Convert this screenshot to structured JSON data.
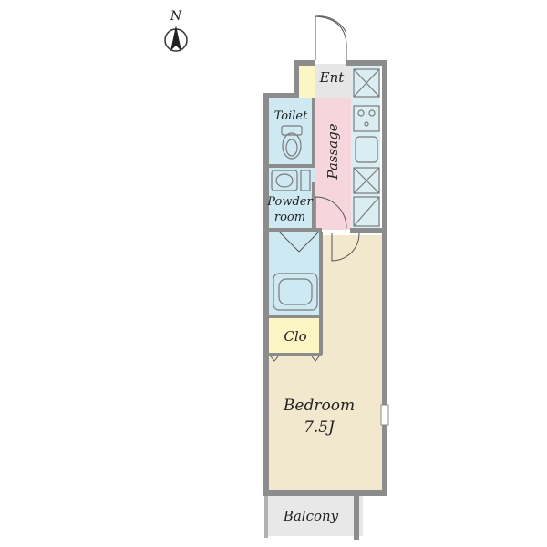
{
  "compass": {
    "north_label": "N"
  },
  "rooms": {
    "entrance": "Ent",
    "toilet": "Toilet",
    "passage": "Passage",
    "powder_room_line1": "Powder",
    "powder_room_line2": "room",
    "closet": "Clo",
    "bedroom": "Bedroom",
    "bedroom_size": "7.5J",
    "balcony": "Balcony"
  },
  "colors": {
    "wall": "#8c8c8c",
    "toilet": "#cfe9f3",
    "bath": "#cfe9f3",
    "passage": "#f6d6dc",
    "entrance": "#e6e6e6",
    "closet": "#fbf6c4",
    "bedroom": "#f1e8cd",
    "balcony": "#e8e8e8",
    "kitchen": "#d9edf3"
  }
}
